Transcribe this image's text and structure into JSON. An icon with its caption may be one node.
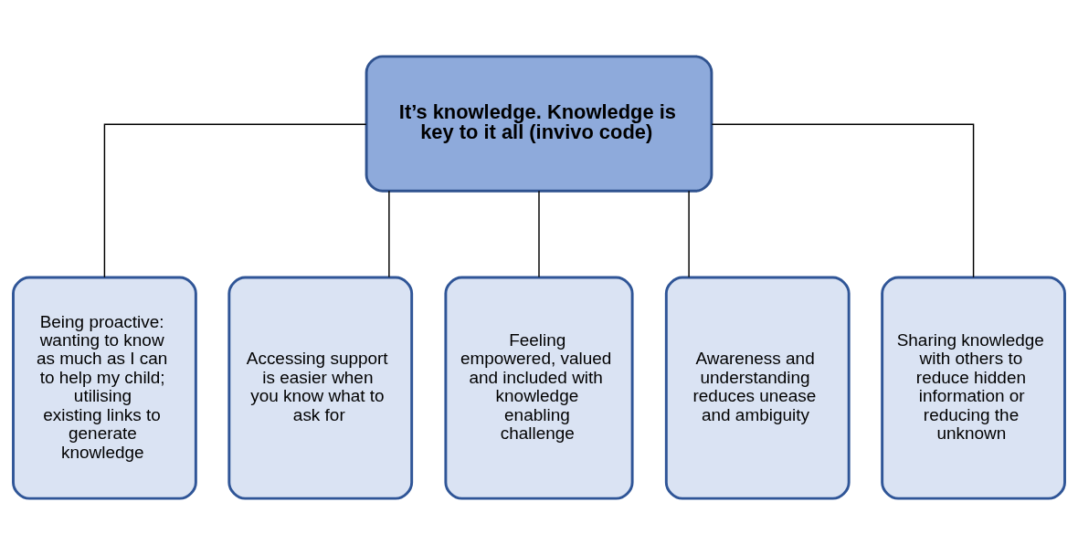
{
  "diagram": {
    "nodes": [
      {
        "text": [
          "It’s knowledge. Knowledge is key to it all (invivo code)"
        ]
      },
      {
        "text": [
          "Being proactive: wanting to know as much as I can to help my child; utilising existing links to generate knowledge"
        ]
      },
      {
        "text": [
          "Accessing support is easier when you know what to ask for"
        ]
      },
      {
        "text": [
          "Feeling empowered, valued and included with knowledge enabling challenge"
        ]
      },
      {
        "text": [
          "Awareness and understanding reduces unease and ambiguity"
        ]
      },
      {
        "text": [
          "Sharing knowledge with others to reduce hidden information or reducing the unknown"
        ]
      }
    ],
    "edges": [
      {
        "from": 0,
        "to": 1,
        "arrow": "none"
      },
      {
        "from": 0,
        "to": 2,
        "arrow": "none"
      },
      {
        "from": 0,
        "to": 3,
        "arrow": "none"
      },
      {
        "from": 0,
        "to": 4,
        "arrow": "none"
      },
      {
        "from": 0,
        "to": 5,
        "arrow": "none"
      }
    ]
  }
}
